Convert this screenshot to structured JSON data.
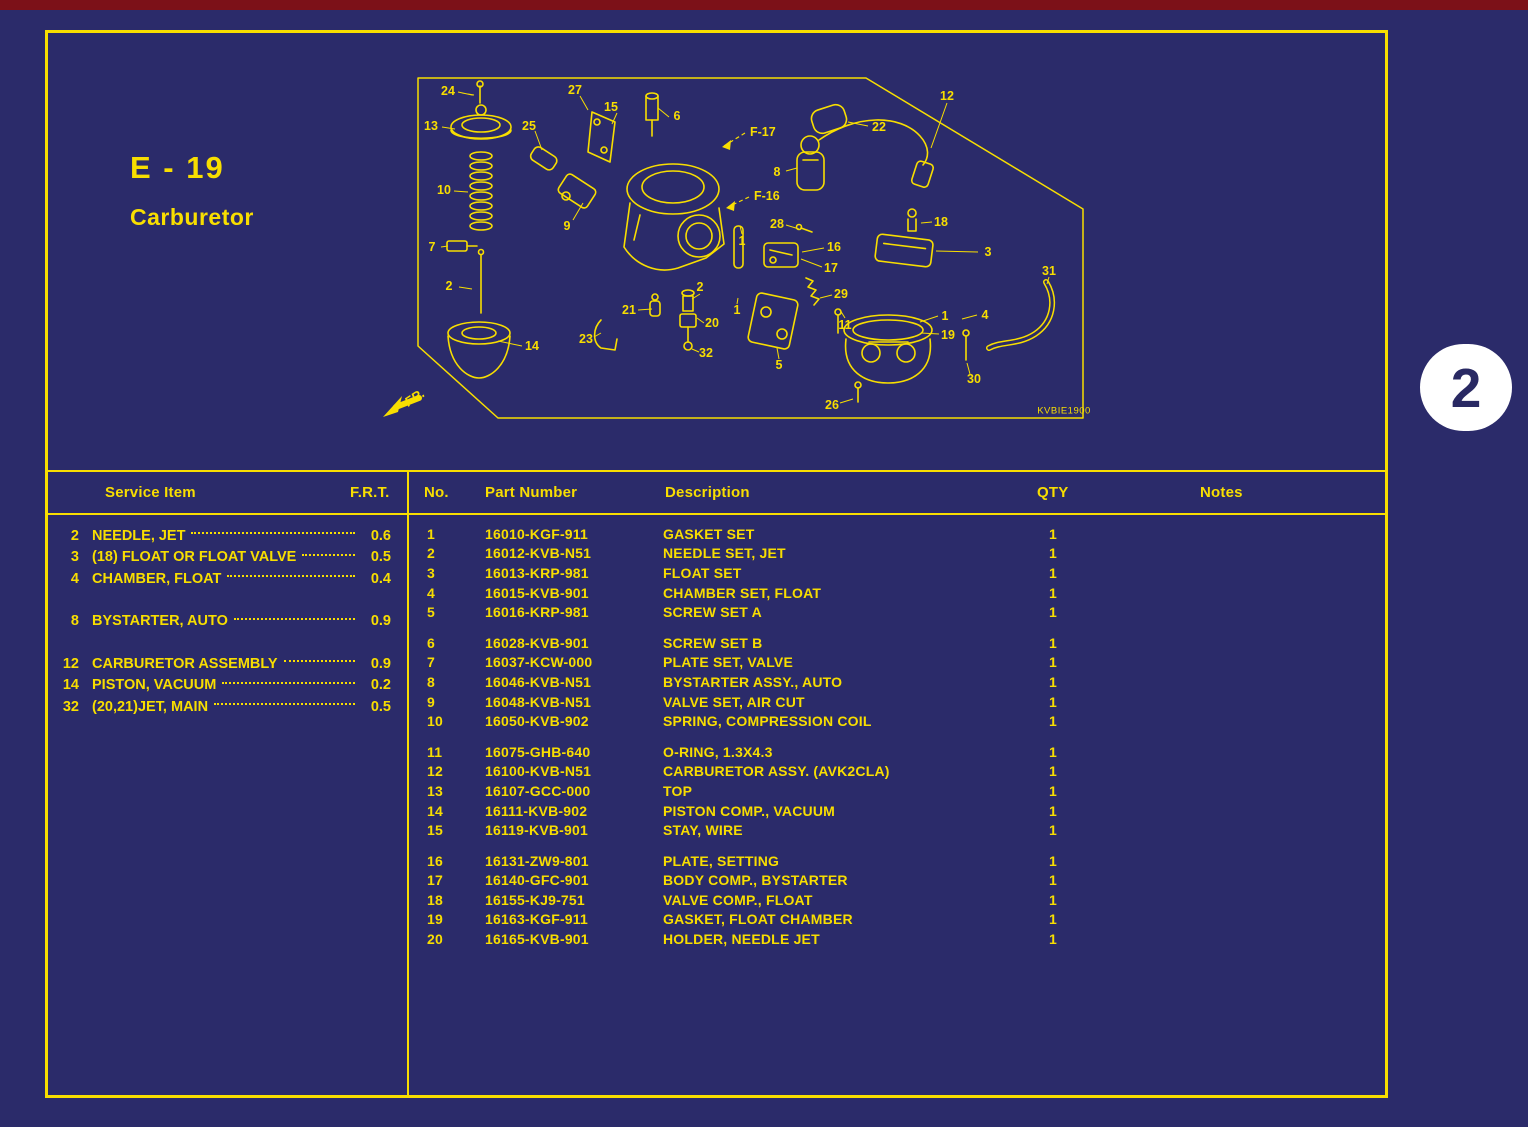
{
  "colors": {
    "background": "#2b2b6a",
    "accent": "#f8de00",
    "top_strip": "#7c1118",
    "tab_bg": "#ffffff",
    "tab_text": "#292963"
  },
  "header": {
    "section_code": "E - 19",
    "section_title": "Carburetor"
  },
  "side_tab": {
    "label": "2"
  },
  "diagram": {
    "code": "KVBIE1900",
    "direction_label": "FR.",
    "ref_labels": [
      "F-17",
      "F-16"
    ],
    "callouts": [
      "24",
      "27",
      "15",
      "6",
      "13",
      "25",
      "22",
      "12",
      "8",
      "10",
      "9",
      "18",
      "28",
      "1",
      "16",
      "3",
      "7",
      "17",
      "2",
      "2",
      "29",
      "21",
      "31",
      "20",
      "1",
      "11",
      "1",
      "19",
      "4",
      "23",
      "14",
      "32",
      "5",
      "30",
      "26"
    ]
  },
  "service_table": {
    "headers": {
      "item": "Service Item",
      "frt": "F.R.T."
    },
    "rows": [
      {
        "ref": "2",
        "item": "NEEDLE, JET",
        "frt": "0.6"
      },
      {
        "ref": "3",
        "item": "(18) FLOAT OR FLOAT VALVE",
        "frt": "0.5"
      },
      {
        "ref": "4",
        "item": "CHAMBER, FLOAT",
        "frt": "0.4"
      },
      {
        "ref": "8",
        "item": "BYSTARTER, AUTO",
        "frt": "0.9"
      },
      {
        "ref": "12",
        "item": "CARBURETOR ASSEMBLY",
        "frt": "0.9"
      },
      {
        "ref": "14",
        "item": "PISTON, VACUUM",
        "frt": "0.2"
      },
      {
        "ref": "32",
        "item": "(20,21)JET, MAIN",
        "frt": "0.5"
      }
    ]
  },
  "parts_table": {
    "headers": {
      "no": "No.",
      "part_number": "Part Number",
      "description": "Description",
      "qty": "QTY",
      "notes": "Notes"
    },
    "rows": [
      {
        "no": "1",
        "part_number": "16010-KGF-911",
        "description": "GASKET SET",
        "qty": "1",
        "notes": ""
      },
      {
        "no": "2",
        "part_number": "16012-KVB-N51",
        "description": "NEEDLE SET, JET",
        "qty": "1",
        "notes": ""
      },
      {
        "no": "3",
        "part_number": "16013-KRP-981",
        "description": "FLOAT SET",
        "qty": "1",
        "notes": ""
      },
      {
        "no": "4",
        "part_number": "16015-KVB-901",
        "description": "CHAMBER SET, FLOAT",
        "qty": "1",
        "notes": ""
      },
      {
        "no": "5",
        "part_number": "16016-KRP-981",
        "description": "SCREW SET A",
        "qty": "1",
        "notes": ""
      },
      {
        "no": "6",
        "part_number": "16028-KVB-901",
        "description": "SCREW SET B",
        "qty": "1",
        "notes": ""
      },
      {
        "no": "7",
        "part_number": "16037-KCW-000",
        "description": "PLATE SET, VALVE",
        "qty": "1",
        "notes": ""
      },
      {
        "no": "8",
        "part_number": "16046-KVB-N51",
        "description": "BYSTARTER ASSY., AUTO",
        "qty": "1",
        "notes": ""
      },
      {
        "no": "9",
        "part_number": "16048-KVB-N51",
        "description": "VALVE SET, AIR CUT",
        "qty": "1",
        "notes": ""
      },
      {
        "no": "10",
        "part_number": "16050-KVB-902",
        "description": "SPRING, COMPRESSION COIL",
        "qty": "1",
        "notes": ""
      },
      {
        "no": "11",
        "part_number": "16075-GHB-640",
        "description": "O-RING, 1.3X4.3",
        "qty": "1",
        "notes": ""
      },
      {
        "no": "12",
        "part_number": "16100-KVB-N51",
        "description": "CARBURETOR ASSY. (AVK2CLA)",
        "qty": "1",
        "notes": ""
      },
      {
        "no": "13",
        "part_number": "16107-GCC-000",
        "description": "TOP",
        "qty": "1",
        "notes": ""
      },
      {
        "no": "14",
        "part_number": "16111-KVB-902",
        "description": "PISTON COMP., VACUUM",
        "qty": "1",
        "notes": ""
      },
      {
        "no": "15",
        "part_number": "16119-KVB-901",
        "description": "STAY, WIRE",
        "qty": "1",
        "notes": ""
      },
      {
        "no": "16",
        "part_number": "16131-ZW9-801",
        "description": "PLATE, SETTING",
        "qty": "1",
        "notes": ""
      },
      {
        "no": "17",
        "part_number": "16140-GFC-901",
        "description": "BODY COMP., BYSTARTER",
        "qty": "1",
        "notes": ""
      },
      {
        "no": "18",
        "part_number": "16155-KJ9-751",
        "description": "VALVE COMP., FLOAT",
        "qty": "1",
        "notes": ""
      },
      {
        "no": "19",
        "part_number": "16163-KGF-911",
        "description": "GASKET, FLOAT CHAMBER",
        "qty": "1",
        "notes": ""
      },
      {
        "no": "20",
        "part_number": "16165-KVB-901",
        "description": "HOLDER, NEEDLE JET",
        "qty": "1",
        "notes": ""
      }
    ]
  }
}
